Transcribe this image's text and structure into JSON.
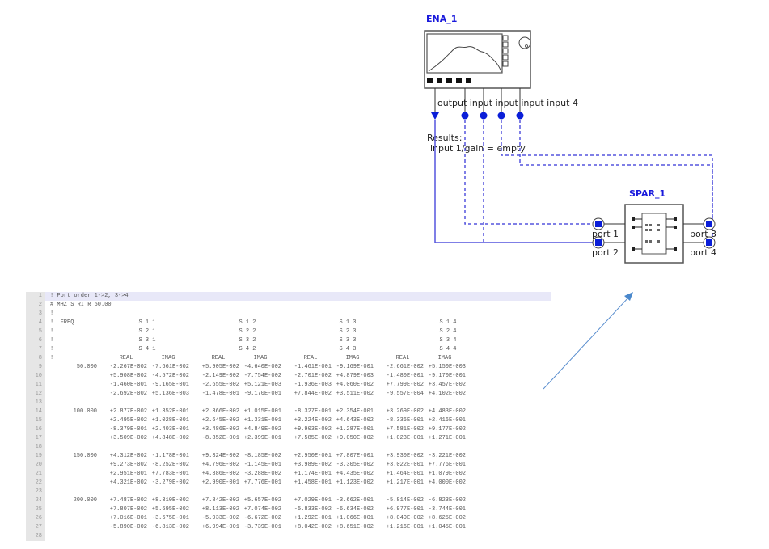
{
  "schematic": {
    "ena": {
      "title": "ENA_1",
      "ports": [
        "output",
        "input 1",
        "input 2",
        "input 3",
        "input 4"
      ],
      "port_label_overlap": "output input input input input 4",
      "results_label": "Results:",
      "results_value": "input 1/gain = empty"
    },
    "spar": {
      "title": "SPAR_1",
      "ports": [
        "port 1",
        "port 2",
        "port 3",
        "port 4"
      ]
    },
    "colors": {
      "wire": "#4a4ae0",
      "port": "#0a1ed8",
      "title": "#1a1adc",
      "arrow": "#4a88cc"
    }
  },
  "editor": {
    "lines": [
      {
        "n": "1",
        "text": "! Port order 1->2, 3->4",
        "highlight": true
      },
      {
        "n": "2",
        "text": "# MHZ S RI R 50.00"
      },
      {
        "n": "3",
        "text": "!"
      },
      {
        "n": "4",
        "text": "!  FREQ",
        "s": [
          "S 1 1",
          "S 1 2",
          "S 1 3",
          "S 1 4"
        ]
      },
      {
        "n": "5",
        "text": "!",
        "s": [
          "S 2 1",
          "S 2 2",
          "S 2 3",
          "S 2 4"
        ]
      },
      {
        "n": "6",
        "text": "!",
        "s": [
          "S 3 1",
          "S 3 2",
          "S 3 3",
          "S 3 4"
        ]
      },
      {
        "n": "7",
        "text": "!",
        "s": [
          "S 4 1",
          "S 4 2",
          "S 4 3",
          "S 4 4"
        ]
      },
      {
        "n": "8",
        "text": "!",
        "ri": [
          "REAL",
          "IMAG",
          "REAL",
          "IMAG",
          "REAL",
          "IMAG",
          "REAL",
          "IMAG"
        ]
      },
      {
        "n": "9",
        "freq": "50.000",
        "v": [
          "-2.267E-002",
          "-7.661E-002",
          "+5.905E-002",
          "-4.640E-002",
          "-1.461E-001",
          "-9.169E-001",
          "-2.661E-002",
          "+5.150E-003"
        ]
      },
      {
        "n": "10",
        "freq": "",
        "v": [
          "+5.908E-002",
          "-4.572E-002",
          "-2.149E-002",
          "-7.754E-002",
          "-2.701E-002",
          "+4.879E-003",
          "-1.480E-001",
          "-9.170E-001"
        ]
      },
      {
        "n": "11",
        "freq": "",
        "v": [
          "-1.460E-001",
          "-9.165E-001",
          "-2.655E-002",
          "+5.121E-003",
          "-1.936E-003",
          "+4.060E-002",
          "+7.799E-002",
          "+3.457E-002"
        ]
      },
      {
        "n": "12",
        "freq": "",
        "v": [
          "-2.692E-002",
          "+5.136E-003",
          "-1.478E-001",
          "-9.170E-001",
          "+7.844E-002",
          "+3.511E-002",
          "-9.557E-004",
          "+4.102E-002"
        ]
      },
      {
        "n": "13",
        "text": ""
      },
      {
        "n": "14",
        "freq": "100.000",
        "v": [
          "+2.877E-002",
          "+1.352E-001",
          "+2.366E-002",
          "+1.015E-001",
          "-8.327E-001",
          "+2.354E-001",
          "+3.269E-002",
          "+4.483E-002"
        ]
      },
      {
        "n": "15",
        "freq": "",
        "v": [
          "+2.495E-002",
          "+1.028E-001",
          "+2.645E-002",
          "+1.331E-001",
          "+3.224E-002",
          "+4.643E-002",
          "-8.336E-001",
          "+2.416E-001"
        ]
      },
      {
        "n": "16",
        "freq": "",
        "v": [
          "-8.379E-001",
          "+2.403E-001",
          "+3.486E-002",
          "+4.849E-002",
          "+9.903E-002",
          "+1.287E-001",
          "+7.581E-002",
          "+9.177E-002"
        ]
      },
      {
        "n": "17",
        "freq": "",
        "v": [
          "+3.509E-002",
          "+4.848E-002",
          "-8.352E-001",
          "+2.399E-001",
          "+7.585E-002",
          "+9.050E-002",
          "+1.023E-001",
          "+1.271E-001"
        ]
      },
      {
        "n": "18",
        "text": ""
      },
      {
        "n": "19",
        "freq": "150.000",
        "v": [
          "+4.312E-002",
          "-1.178E-001",
          "+9.324E-002",
          "-8.185E-002",
          "+2.950E-001",
          "+7.807E-001",
          "+3.930E-002",
          "-3.221E-002"
        ]
      },
      {
        "n": "20",
        "freq": "",
        "v": [
          "+9.273E-002",
          "-8.252E-002",
          "+4.796E-002",
          "-1.145E-001",
          "+3.989E-002",
          "-3.305E-002",
          "+3.022E-001",
          "+7.776E-001"
        ]
      },
      {
        "n": "21",
        "freq": "",
        "v": [
          "+2.951E-001",
          "+7.783E-001",
          "+4.386E-002",
          "-3.288E-002",
          "+1.174E-001",
          "+4.435E-002",
          "+1.464E-001",
          "+1.079E-002"
        ]
      },
      {
        "n": "22",
        "freq": "",
        "v": [
          "+4.321E-002",
          "-3.279E-002",
          "+2.990E-001",
          "+7.776E-001",
          "+1.458E-001",
          "+1.123E-002",
          "+1.217E-001",
          "+4.000E-002"
        ]
      },
      {
        "n": "23",
        "text": ""
      },
      {
        "n": "24",
        "freq": "200.000",
        "v": [
          "+7.487E-002",
          "+8.310E-002",
          "+7.842E-002",
          "+5.657E-002",
          "+7.029E-001",
          "-3.662E-001",
          "-5.814E-002",
          "-6.823E-002"
        ]
      },
      {
        "n": "25",
        "freq": "",
        "v": [
          "+7.807E-002",
          "+5.695E-002",
          "+8.113E-002",
          "+7.074E-002",
          "-5.833E-002",
          "-6.634E-002",
          "+6.977E-001",
          "-3.744E-001"
        ]
      },
      {
        "n": "26",
        "freq": "",
        "v": [
          "+7.016E-001",
          "-3.675E-001",
          "-5.933E-002",
          "-6.672E-002",
          "+1.292E-001",
          "+1.066E-001",
          "+8.040E-002",
          "+8.625E-002"
        ]
      },
      {
        "n": "27",
        "freq": "",
        "v": [
          "-5.890E-002",
          "-6.813E-002",
          "+6.994E-001",
          "-3.739E-001",
          "+8.042E-002",
          "+8.651E-002",
          "+1.216E-001",
          "+1.045E-001"
        ]
      },
      {
        "n": "28",
        "text": ""
      }
    ]
  }
}
